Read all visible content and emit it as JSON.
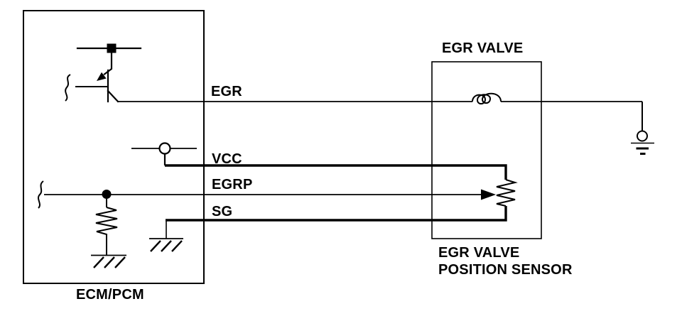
{
  "colors": {
    "background": "#ffffff",
    "ink": "#000000"
  },
  "labels": {
    "ecm": "ECM/PCM",
    "egr_valve": "EGR VALVE",
    "position_sensor_line1": "EGR VALVE",
    "position_sensor_line2": "POSITION SENSOR",
    "wire_egr": "EGR",
    "wire_vcc": "VCC",
    "wire_egrp": "EGRP",
    "wire_sg": "SG"
  },
  "icons": {
    "transistor-icon": "driver transistor with collector arrow",
    "vcc-source-icon": "open circle voltage source tap",
    "resistor-icon": "vertical zigzag resistor",
    "potentiometer-icon": "vertical zigzag resistor with wiper arrow",
    "solenoid-coil-icon": "inductor coil with loops",
    "signal-ground-icon": "bar with three diagonal hatches",
    "chassis-ground-icon": "circle with three stacked bars",
    "junction-dot-icon": "filled connection dot",
    "wire-break-icon": "S-squiggle wire continuation"
  }
}
